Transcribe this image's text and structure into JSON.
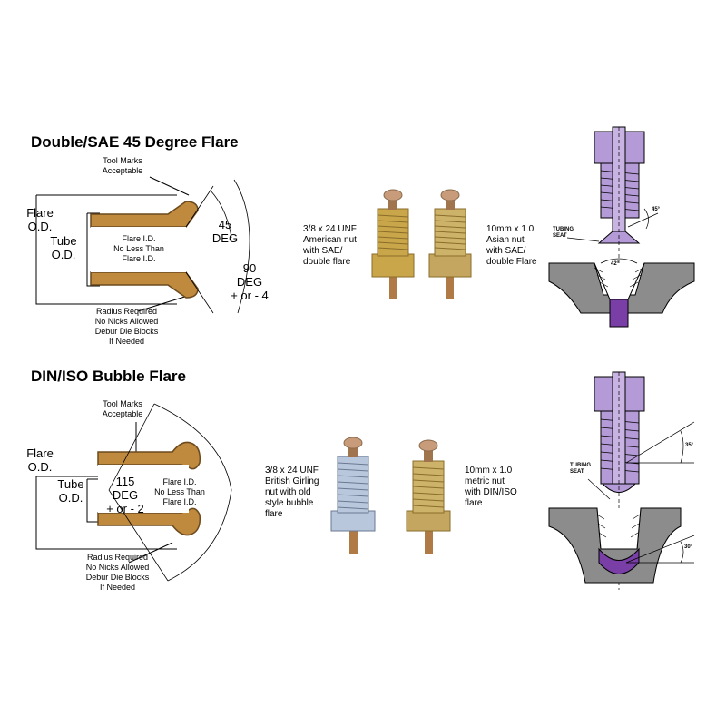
{
  "sae": {
    "title": "Double/SAE 45 Degree Flare",
    "tool_marks": [
      "Tool Marks",
      "Acceptable"
    ],
    "flare_od": [
      "Flare",
      "O.D."
    ],
    "tube_od": [
      "Tube",
      "O.D."
    ],
    "flare_id": [
      "Flare I.D.",
      "No Less Than",
      "Flare I.D."
    ],
    "angle_a": [
      "45",
      "DEG"
    ],
    "angle_b": [
      "90",
      "DEG",
      "+ or - 4"
    ],
    "radius_note": [
      "Radius Required",
      "No Nicks Allowed",
      "Debur Die Blocks",
      "If Needed"
    ],
    "nut_left_caption": [
      "3/8 x 24 UNF",
      "American nut",
      "with SAE/",
      "double flare"
    ],
    "nut_right_caption": [
      "10mm x 1.0",
      "Asian nut",
      "with SAE/",
      "double Flare"
    ],
    "seat_angle": "45°",
    "tubing_seat": [
      "TUBING",
      "SEAT"
    ],
    "port_angle": "42°"
  },
  "din": {
    "title": "DIN/ISO Bubble Flare",
    "tool_marks": [
      "Tool Marks",
      "Acceptable"
    ],
    "flare_od": [
      "Flare",
      "O.D."
    ],
    "tube_od": [
      "Tube",
      "O.D."
    ],
    "angle": [
      "115",
      "DEG",
      "+ or - 2"
    ],
    "flare_id": [
      "Flare I.D.",
      "No Less Than",
      "Flare I.D."
    ],
    "radius_note": [
      "Radius Required",
      "No Nicks Allowed",
      "Debur Die Blocks",
      "If Needed"
    ],
    "nut_left_caption": [
      "3/8 x 24 UNF",
      "British Girling",
      "nut with old",
      "style bubble",
      "flare"
    ],
    "nut_right_caption": [
      "10mm  x 1.0",
      "metric nut",
      "with DIN/ISO",
      "flare"
    ],
    "seat_angle": "35°",
    "tubing_seat": [
      "TUBING",
      "SEAT"
    ],
    "port_angle": "30°"
  },
  "colors": {
    "tube_copper": "#c08a3e",
    "tube_outline": "#6b4a1e",
    "brass": "#c9a64a",
    "zinc": "#b9c7dc",
    "fitting_purple": "#b49ad6",
    "port_gray": "#8c8c8c",
    "seat_purple": "#7a3fa6"
  }
}
